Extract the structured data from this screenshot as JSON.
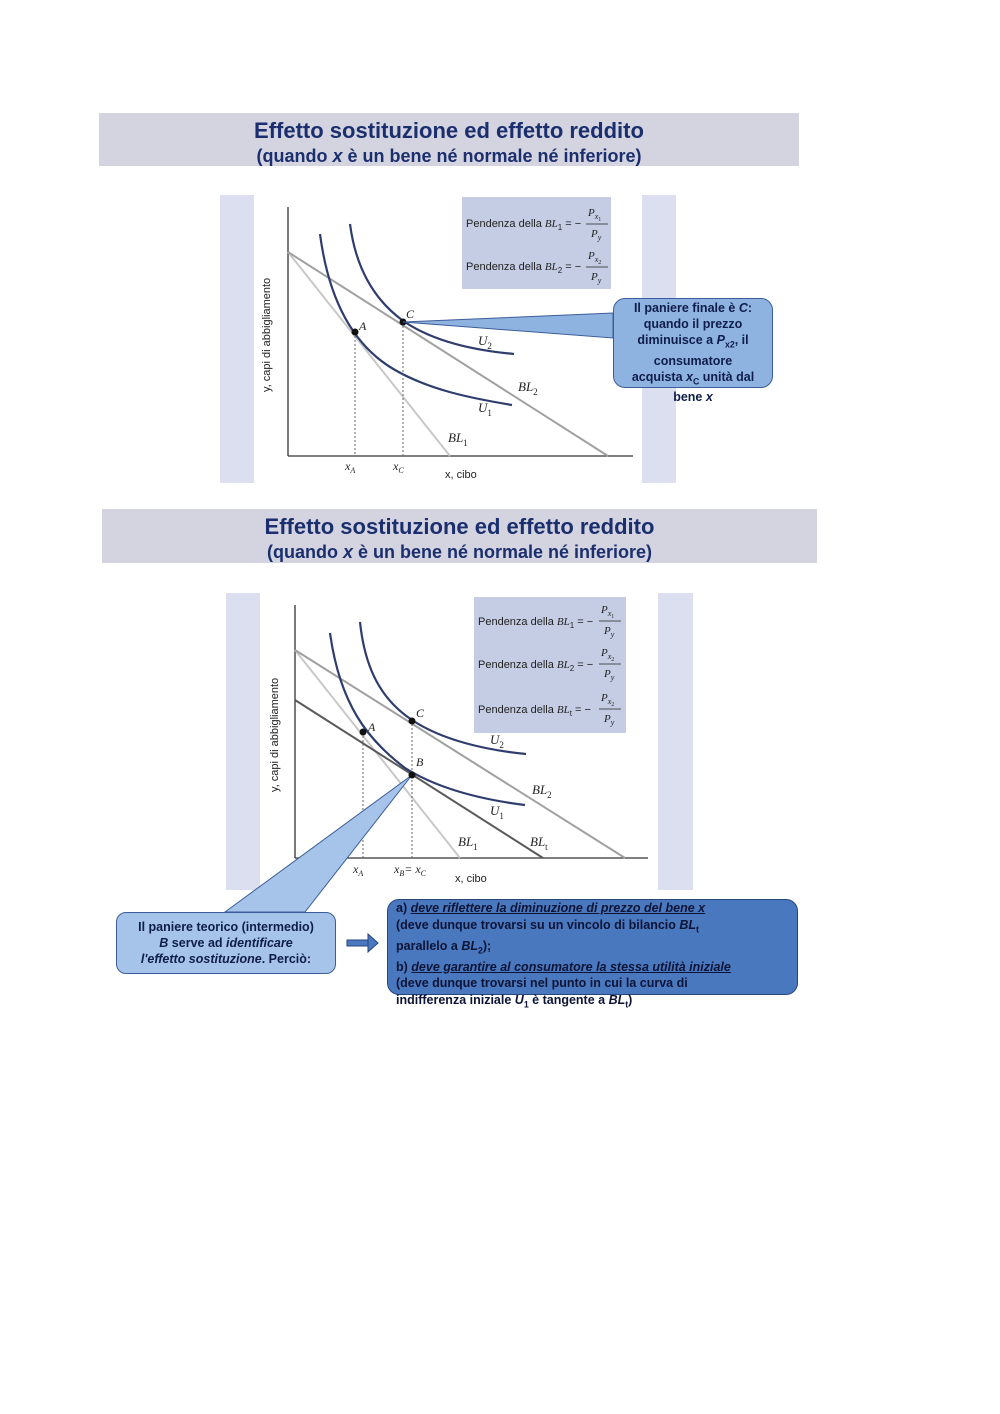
{
  "slides": [
    {
      "title": "Effetto sostituzione ed effetto reddito",
      "subtitle_pre": "(quando ",
      "subtitle_var": "x",
      "subtitle_post": " è un bene né normale né inferiore)",
      "chart": {
        "y_axis_label": "y, capi di abbigliamento",
        "x_axis_label": "x, cibo",
        "ticks": [
          "x",
          "A",
          "x",
          "C"
        ],
        "points": [
          "A",
          "C"
        ],
        "curves": [
          "U",
          "2",
          "U",
          "1",
          "BL",
          "2",
          "BL",
          "1"
        ],
        "legend": [
          {
            "text": "Pendenza della ",
            "line": "BL",
            "sub": "1",
            "num": "P",
            "num_sub": "x",
            "num_sub2": "1",
            "den": "P",
            "den_sub": "y"
          },
          {
            "text": "Pendenza della ",
            "line": "BL",
            "sub": "2",
            "num": "P",
            "num_sub": "x",
            "num_sub2": "2",
            "den": "P",
            "den_sub": "y"
          }
        ]
      },
      "callout": {
        "l1": "Il paniere finale è ",
        "l1b": "C",
        "l2": "quando il prezzo",
        "l3": "diminuisce a ",
        "l3b": "P",
        "l3s": "x2",
        "l3e": ", il",
        "l4": "consumatore",
        "l5": "acquista ",
        "l5b": "x",
        "l5s": "C",
        "l5e": " unità dal",
        "l6": "bene ",
        "l6b": "x"
      }
    },
    {
      "title": "Effetto sostituzione ed effetto reddito",
      "subtitle_pre": "(quando ",
      "subtitle_var": "x",
      "subtitle_post": " è un bene né normale né inferiore)",
      "chart": {
        "y_axis_label": "y, capi di abbigliamento",
        "x_axis_label": "x, cibo",
        "ticks": [
          "x",
          "A",
          "x",
          "B",
          "= x",
          "C"
        ],
        "points": [
          "A",
          "B",
          "C"
        ],
        "curves": [
          "U",
          "2",
          "U",
          "1",
          "BL",
          "2",
          "BL",
          "1",
          "BL",
          "t"
        ],
        "legend": [
          {
            "text": "Pendenza della ",
            "line": "BL",
            "sub": "1",
            "num": "P",
            "num_sub": "x",
            "num_sub2": "1",
            "den": "P",
            "den_sub": "y"
          },
          {
            "text": "Pendenza della ",
            "line": "BL",
            "sub": "2",
            "num": "P",
            "num_sub": "x",
            "num_sub2": "2",
            "den": "P",
            "den_sub": "y"
          },
          {
            "text": "Pendenza della ",
            "line": "BL",
            "sub": "t",
            "num": "P",
            "num_sub": "x",
            "num_sub2": "2",
            "den": "P",
            "den_sub": "y"
          }
        ]
      },
      "callout_b": {
        "l1": "Il paniere teorico (intermedio)",
        "l2b": "B",
        "l2": " serve ad ",
        "l2i": "identificare",
        "l3i": "l'effetto sostituzione",
        "l3": ". Perciò:"
      },
      "callout_ab": {
        "a_pre": "a) ",
        "a_u": "deve riflettere la diminuzione di prezzo del bene x",
        "a_2": "(deve dunque trovarsi su un vincolo di bilancio ",
        "a_2b": "BL",
        "a_2s": "t",
        "a_3": "parallelo a ",
        "a_3b": "BL",
        "a_3s": "2",
        "a_3e": ");",
        "b_pre": "b) ",
        "b_u": "deve garantire al consumatore la stessa utilità iniziale",
        "b_2": "(deve dunque trovarsi nel punto in cui la curva di",
        "b_3": "indifferenza iniziale ",
        "b_3b": "U",
        "b_3s": "1",
        "b_3m": " è tangente a ",
        "b_3b2": "BL",
        "b_3s2": "t",
        "b_3e": ")"
      }
    }
  ],
  "colors": {
    "title_bg": "#d4d4e1",
    "title_text": "#1b2f6e",
    "curve": "#2f3d6e",
    "budget_line": "#9a9a9a",
    "legend_bg": "#c5cde4",
    "callout_light": "#8fb3e0",
    "callout_dark": "#4a78bf"
  }
}
